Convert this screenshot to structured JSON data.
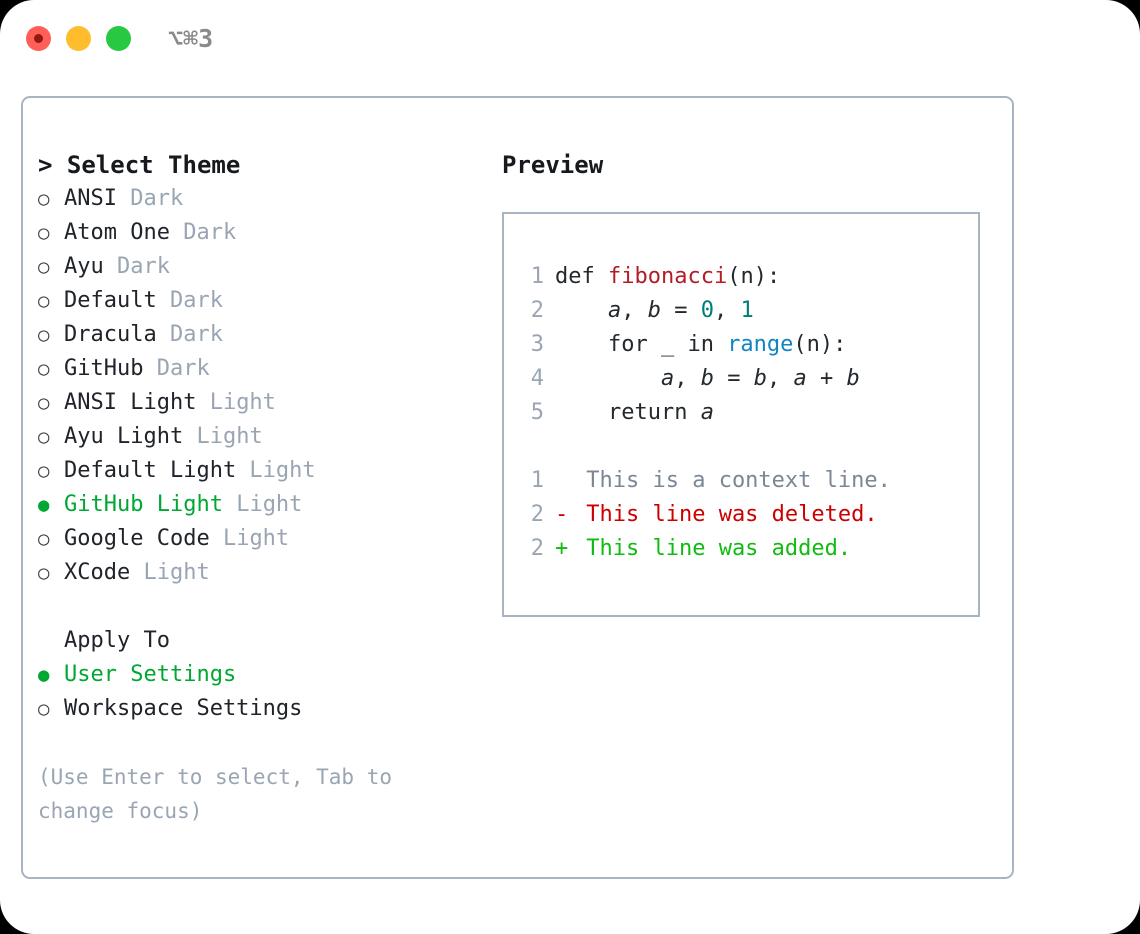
{
  "titlebar": {
    "shortcut": "⌥⌘3",
    "buttons": [
      "close",
      "minimize",
      "maximize"
    ]
  },
  "theme_picker": {
    "heading": "> Select Theme",
    "marker_unselected": "○",
    "marker_selected": "●",
    "selected_theme": "GitHub Light",
    "items": [
      {
        "name": "ANSI",
        "suffix": "Dark",
        "selected": false
      },
      {
        "name": "Atom One",
        "suffix": "Dark",
        "selected": false
      },
      {
        "name": "Ayu",
        "suffix": "Dark",
        "selected": false
      },
      {
        "name": "Default",
        "suffix": "Dark",
        "selected": false
      },
      {
        "name": "Dracula",
        "suffix": "Dark",
        "selected": false
      },
      {
        "name": "GitHub",
        "suffix": "Dark",
        "selected": false
      },
      {
        "name": "ANSI Light",
        "suffix": "Light",
        "selected": false
      },
      {
        "name": "Ayu Light",
        "suffix": "Light",
        "selected": false
      },
      {
        "name": "Default Light",
        "suffix": "Light",
        "selected": false
      },
      {
        "name": "GitHub Light",
        "suffix": "Light",
        "selected": true
      },
      {
        "name": "Google Code",
        "suffix": "Light",
        "selected": false
      },
      {
        "name": "XCode",
        "suffix": "Light",
        "selected": false
      }
    ]
  },
  "apply_to": {
    "heading": "Apply To",
    "selected_option": "User Settings",
    "options": [
      {
        "name": "User Settings",
        "selected": true
      },
      {
        "name": "Workspace Settings",
        "selected": false
      }
    ]
  },
  "hint": "(Use Enter to select, Tab to change focus)",
  "preview": {
    "title": "Preview",
    "code_lines": [
      {
        "number": "1",
        "tokens": [
          {
            "text": "def ",
            "type": "plain"
          },
          {
            "text": "fibonacci",
            "type": "fn"
          },
          {
            "text": "(n):",
            "type": "plain"
          }
        ]
      },
      {
        "number": "2",
        "tokens": [
          {
            "text": "    ",
            "type": "plain"
          },
          {
            "text": "a",
            "type": "var"
          },
          {
            "text": ", ",
            "type": "plain"
          },
          {
            "text": "b",
            "type": "var"
          },
          {
            "text": " = ",
            "type": "plain"
          },
          {
            "text": "0",
            "type": "num"
          },
          {
            "text": ", ",
            "type": "plain"
          },
          {
            "text": "1",
            "type": "num"
          }
        ]
      },
      {
        "number": "3",
        "tokens": [
          {
            "text": "    for _ in ",
            "type": "plain"
          },
          {
            "text": "range",
            "type": "call"
          },
          {
            "text": "(n):",
            "type": "plain"
          }
        ]
      },
      {
        "number": "4",
        "tokens": [
          {
            "text": "        ",
            "type": "plain"
          },
          {
            "text": "a",
            "type": "var"
          },
          {
            "text": ", ",
            "type": "plain"
          },
          {
            "text": "b",
            "type": "var"
          },
          {
            "text": " = ",
            "type": "plain"
          },
          {
            "text": "b",
            "type": "var"
          },
          {
            "text": ", ",
            "type": "plain"
          },
          {
            "text": "a",
            "type": "var"
          },
          {
            "text": " + ",
            "type": "plain"
          },
          {
            "text": "b",
            "type": "var"
          }
        ]
      },
      {
        "number": "5",
        "tokens": [
          {
            "text": "    return ",
            "type": "plain"
          },
          {
            "text": "a",
            "type": "var"
          }
        ]
      }
    ],
    "diff_lines": [
      {
        "number": "1",
        "mark": " ",
        "text": " This is a context line.",
        "kind": "ctx"
      },
      {
        "number": "2",
        "mark": "-",
        "text": " This line was deleted.",
        "kind": "del"
      },
      {
        "number": "2",
        "mark": "+",
        "text": " This line was added.",
        "kind": "add"
      }
    ]
  },
  "colors": {
    "accent_green": "#00a833",
    "muted": "#9aa5b4",
    "border": "#a9b4c2",
    "fn_red": "#b31d28",
    "number_teal": "#007d79",
    "call_blue": "#1184c4",
    "diff_del": "#cc0000",
    "diff_add": "#11bb11"
  }
}
